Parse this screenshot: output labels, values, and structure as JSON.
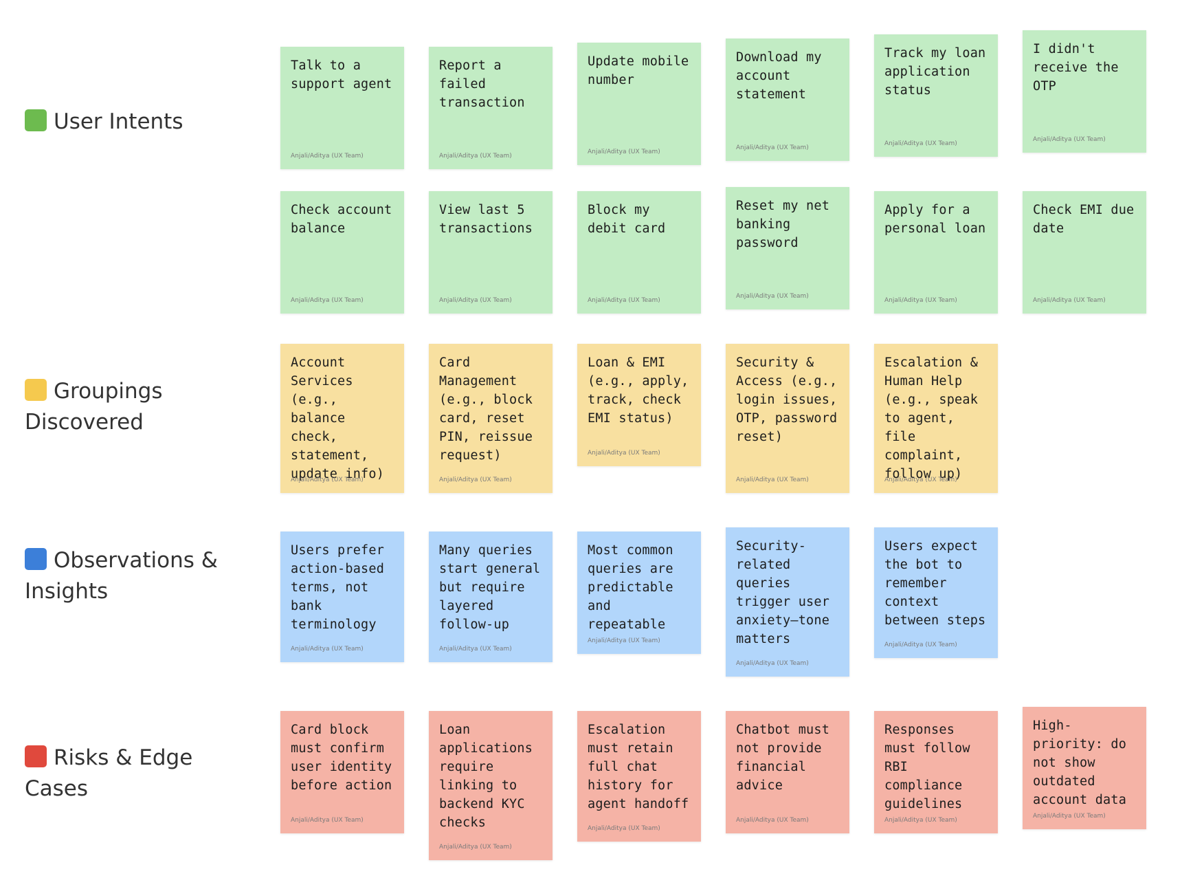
{
  "colors": {
    "intent": "#c2ecc4",
    "grouping": "#f8e0a0",
    "insight": "#b2d6fb",
    "risk": "#f5b3a6",
    "square_green": "#6dbb4f",
    "square_yellow": "#f5c94e",
    "square_blue": "#3c7fd9",
    "square_red": "#e0493d"
  },
  "sections": [
    {
      "icon": "green-square-icon",
      "title": "User Intents"
    },
    {
      "icon": "yellow-square-icon",
      "title": "Groupings Discovered"
    },
    {
      "icon": "blue-square-icon",
      "title": "Observations & Insights"
    },
    {
      "icon": "red-square-icon",
      "title": "Risks & Edge Cases"
    }
  ],
  "notes": {
    "intents": [
      {
        "text": "Talk to a support agent",
        "author": "Anjali/Aditya (UX Team)"
      },
      {
        "text": "Report a failed transaction",
        "author": "Anjali/Aditya (UX Team)"
      },
      {
        "text": "Update mobile number",
        "author": "Anjali/Aditya (UX Team)"
      },
      {
        "text": "Download my account statement",
        "author": "Anjali/Aditya (UX Team)"
      },
      {
        "text": "Track my loan application status",
        "author": "Anjali/Aditya (UX Team)"
      },
      {
        "text": "I didn't receive the OTP",
        "author": "Anjali/Aditya (UX Team)"
      },
      {
        "text": "Check account balance",
        "author": "Anjali/Aditya (UX Team)"
      },
      {
        "text": "View last 5 transactions",
        "author": "Anjali/Aditya (UX Team)"
      },
      {
        "text": "Block my debit card",
        "author": "Anjali/Aditya (UX Team)"
      },
      {
        "text": "Reset my net banking password",
        "author": "Anjali/Aditya (UX Team)"
      },
      {
        "text": "Apply for a personal loan",
        "author": "Anjali/Aditya (UX Team)"
      },
      {
        "text": "Check EMI due date",
        "author": "Anjali/Aditya (UX Team)"
      }
    ],
    "groupings": [
      {
        "text": "Account Services (e.g., balance check, statement, update info)",
        "author": "Anjali/Aditya (UX Team)"
      },
      {
        "text": "Card Management (e.g., block card, reset PIN, reissue request)",
        "author": "Anjali/Aditya (UX Team)"
      },
      {
        "text": "Loan & EMI (e.g., apply, track, check EMI status)",
        "author": "Anjali/Aditya (UX Team)"
      },
      {
        "text": "Security & Access (e.g., login issues, OTP, password reset)",
        "author": "Anjali/Aditya (UX Team)"
      },
      {
        "text": "Escalation & Human Help (e.g., speak to agent, file complaint, follow up)",
        "author": "Anjali/Aditya (UX Team)"
      }
    ],
    "insights": [
      {
        "text": "Users prefer action-based terms, not bank terminology",
        "author": "Anjali/Aditya (UX Team)"
      },
      {
        "text": "Many queries start general but require layered follow-up",
        "author": "Anjali/Aditya (UX Team)"
      },
      {
        "text": "Most common queries are predictable and repeatable",
        "author": "Anjali/Aditya (UX Team)"
      },
      {
        "text": "Security-related queries trigger user anxiety—tone matters",
        "author": "Anjali/Aditya (UX Team)"
      },
      {
        "text": "Users expect the bot to remember context between steps",
        "author": "Anjali/Aditya (UX Team)"
      }
    ],
    "risks": [
      {
        "text": "Card block must confirm user identity before action",
        "author": "Anjali/Aditya (UX Team)"
      },
      {
        "text": "Loan applications require linking to backend KYC checks",
        "author": "Anjali/Aditya (UX Team)"
      },
      {
        "text": "Escalation must retain full chat history for agent handoff",
        "author": "Anjali/Aditya (UX Team)"
      },
      {
        "text": "Chatbot must not provide financial advice",
        "author": "Anjali/Aditya (UX Team)"
      },
      {
        "text": "Responses must follow RBI compliance guidelines",
        "author": "Anjali/Aditya (UX Team)"
      },
      {
        "text": "High-priority: do not show outdated account data",
        "author": "Anjali/Aditya (UX Team)"
      }
    ]
  }
}
